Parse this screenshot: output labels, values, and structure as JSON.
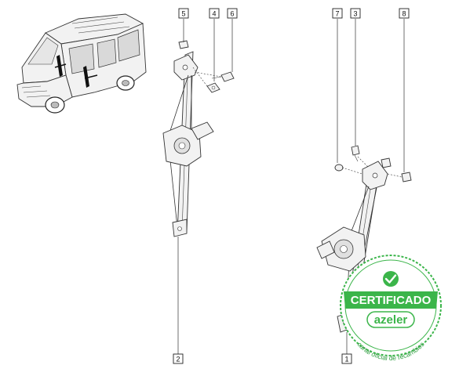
{
  "diagram": {
    "callouts": [
      {
        "id": "c5",
        "label": "5"
      },
      {
        "id": "c4",
        "label": "4"
      },
      {
        "id": "c6",
        "label": "6"
      },
      {
        "id": "c7",
        "label": "7"
      },
      {
        "id": "c3",
        "label": "3"
      },
      {
        "id": "c8",
        "label": "8"
      },
      {
        "id": "c2",
        "label": "2"
      },
      {
        "id": "c1",
        "label": "1"
      }
    ]
  },
  "seal": {
    "title": "CERTIFICADO",
    "brand": "azeler",
    "subtitle": "canal oficial de recambios",
    "color": "#3bb54a",
    "icon": "checkmark-icon"
  }
}
